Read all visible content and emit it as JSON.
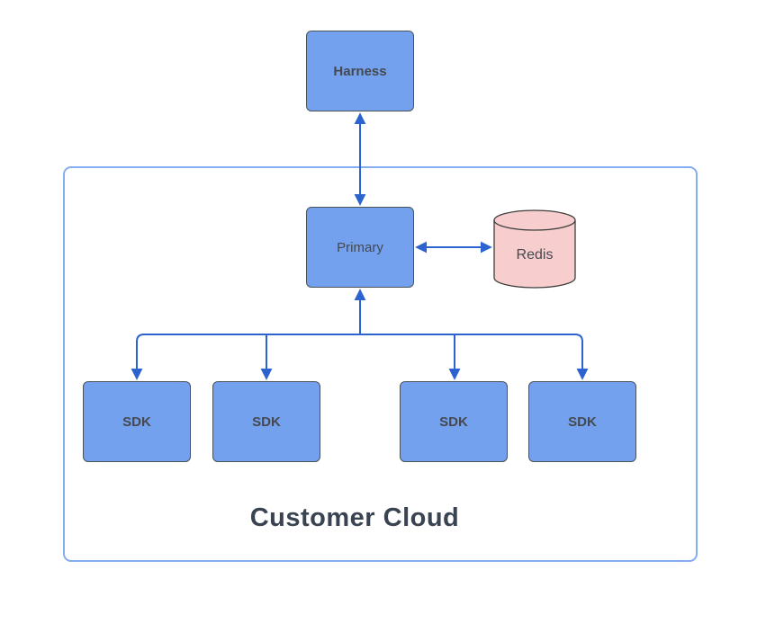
{
  "diagram": {
    "container_label": "Customer Cloud",
    "nodes": {
      "harness": {
        "label": "Harness"
      },
      "primary": {
        "label": "Primary"
      },
      "redis": {
        "label": "Redis"
      },
      "sdk_1": {
        "label": "SDK"
      },
      "sdk_2": {
        "label": "SDK"
      },
      "sdk_3": {
        "label": "SDK"
      },
      "sdk_4": {
        "label": "SDK"
      }
    },
    "edges": [
      {
        "from": "harness",
        "to": "primary",
        "direction": "bidirectional"
      },
      {
        "from": "primary",
        "to": "redis",
        "direction": "bidirectional"
      },
      {
        "from": "sdk_branch",
        "to": "primary",
        "direction": "up"
      },
      {
        "from": "sdk_branch",
        "to": "sdk_1",
        "direction": "down"
      },
      {
        "from": "sdk_branch",
        "to": "sdk_2",
        "direction": "down"
      },
      {
        "from": "sdk_branch",
        "to": "sdk_3",
        "direction": "down"
      },
      {
        "from": "sdk_branch",
        "to": "sdk_4",
        "direction": "down"
      }
    ],
    "colors": {
      "node_fill": "#74a1ee",
      "node_border": "#4c5359",
      "node_text": "#45494f",
      "redis_fill": "#f7cecd",
      "redis_border": "#3d3d3d",
      "arrow": "#2c63cf",
      "container_border": "#86acf1",
      "label_text": "#3a4351"
    }
  }
}
